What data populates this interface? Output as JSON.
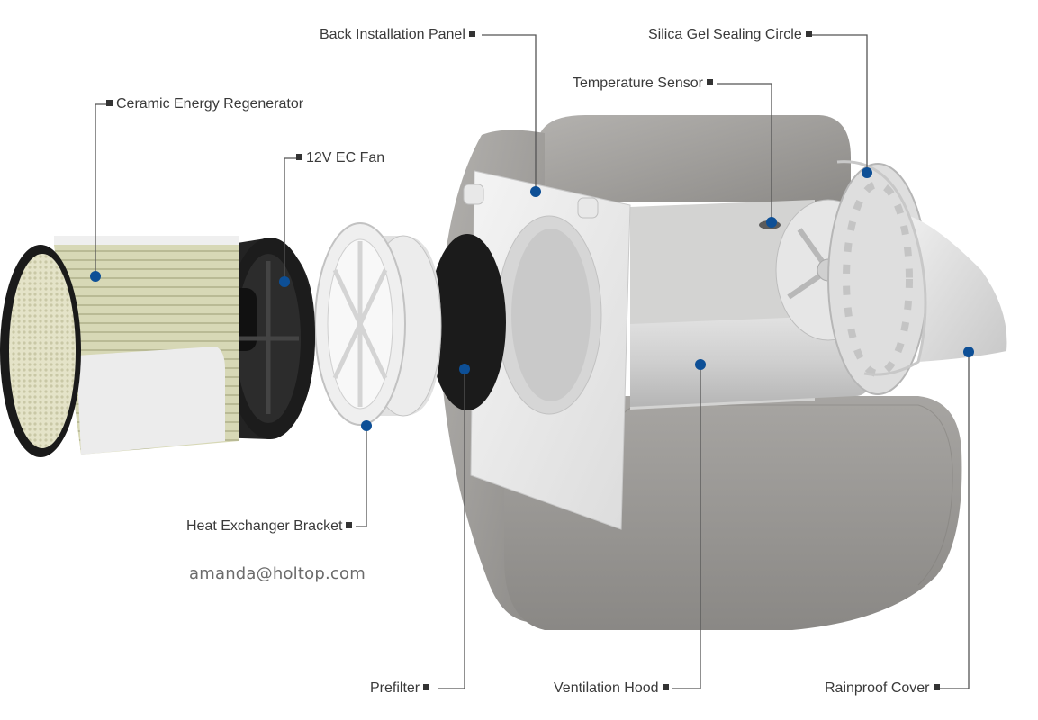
{
  "labels": {
    "ceramic_energy_regenerator": "Ceramic Energy Regenerator",
    "ec_fan": "12V EC Fan",
    "back_installation_panel": "Back Installation Panel",
    "temperature_sensor": "Temperature Sensor",
    "silica_gel_sealing_circle": "Silica Gel Sealing Circle",
    "heat_exchanger_bracket": "Heat Exchanger Bracket",
    "prefilter": "Prefilter",
    "ventilation_hood": "Ventilation Hood",
    "rainproof_cover": "Rainproof Cover"
  },
  "contact_email": "amanda@holtop.com",
  "colors": {
    "callout_dot": "#0d4f96",
    "leader_line": "#555555",
    "hood_concrete": "#9d9b99",
    "panel_white": "#ececeb",
    "fan_black": "#1e1e1e",
    "regenerator_beige": "#d6d7b4"
  }
}
